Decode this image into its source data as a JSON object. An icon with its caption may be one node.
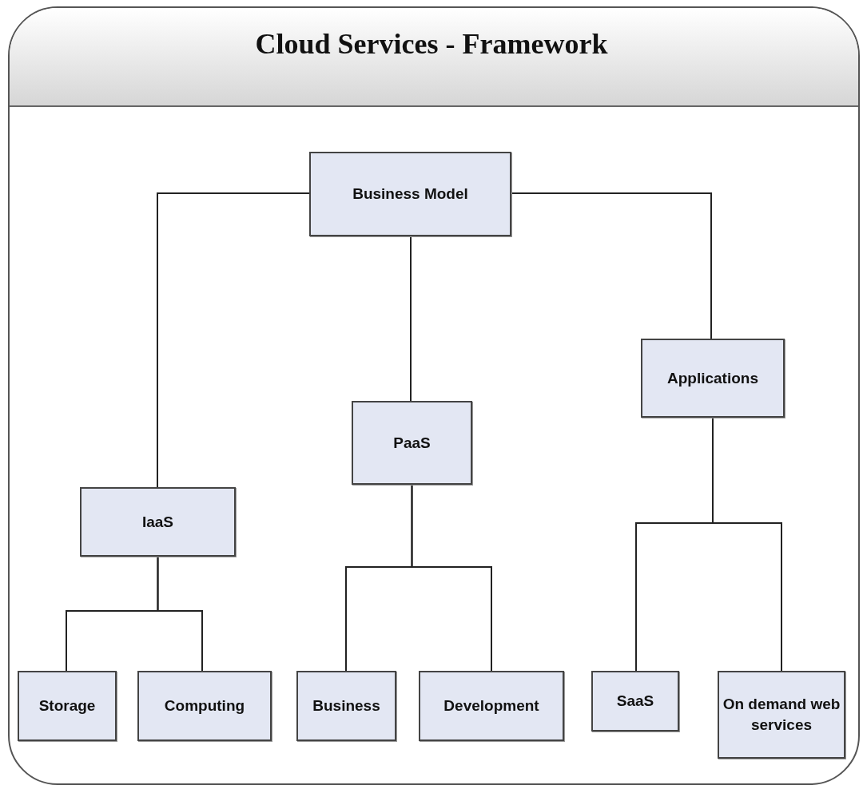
{
  "diagram": {
    "title": "Cloud Services - Framework",
    "nodes": [
      {
        "text": [
          "Business Model"
        ]
      },
      {
        "text": [
          "Applications"
        ]
      },
      {
        "text": [
          "PaaS"
        ]
      },
      {
        "text": [
          "IaaS"
        ]
      },
      {
        "text": [
          "Storage"
        ]
      },
      {
        "text": [
          "Computing"
        ]
      },
      {
        "text": [
          "Business"
        ]
      },
      {
        "text": [
          "Development"
        ]
      },
      {
        "text": [
          "SaaS"
        ]
      },
      {
        "text": [
          "On demand web services"
        ]
      }
    ],
    "edges": [
      {
        "from": 0,
        "to": 3,
        "arrow": "none"
      },
      {
        "from": 0,
        "to": 2,
        "arrow": "none"
      },
      {
        "from": 0,
        "to": 1,
        "arrow": "none"
      },
      {
        "from": 3,
        "to": 4,
        "arrow": "none"
      },
      {
        "from": 3,
        "to": 5,
        "arrow": "none"
      },
      {
        "from": 2,
        "to": 6,
        "arrow": "none"
      },
      {
        "from": 2,
        "to": 7,
        "arrow": "none"
      },
      {
        "from": 1,
        "to": 8,
        "arrow": "none"
      },
      {
        "from": 1,
        "to": 9,
        "arrow": "none"
      }
    ]
  }
}
